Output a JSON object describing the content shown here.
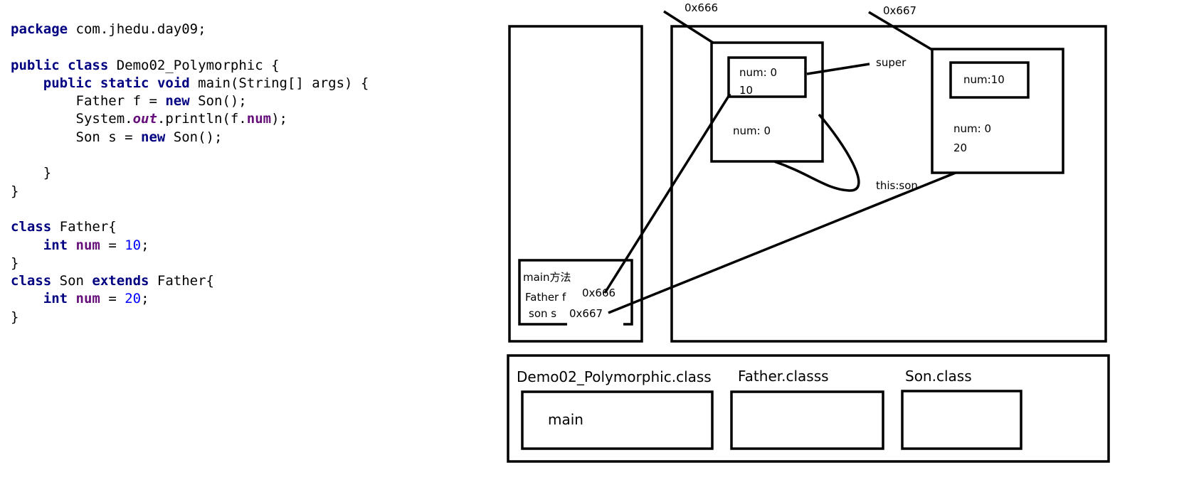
{
  "code": {
    "lines": [
      [
        {
          "t": "package",
          "c": "kw"
        },
        {
          "t": " com.jhedu.day09;"
        }
      ],
      [],
      [
        {
          "t": "public",
          "c": "kw"
        },
        {
          "t": " "
        },
        {
          "t": "class",
          "c": "kw"
        },
        {
          "t": " Demo02_Polymorphic {"
        }
      ],
      [
        {
          "t": "    "
        },
        {
          "t": "public",
          "c": "kw"
        },
        {
          "t": " "
        },
        {
          "t": "static",
          "c": "kw"
        },
        {
          "t": " "
        },
        {
          "t": "void",
          "c": "kw"
        },
        {
          "t": " main(String[] args) {"
        }
      ],
      [
        {
          "t": "        Father f = "
        },
        {
          "t": "new",
          "c": "kw"
        },
        {
          "t": " Son();"
        }
      ],
      [
        {
          "t": "        System."
        },
        {
          "t": "out",
          "c": "stat"
        },
        {
          "t": ".println(f."
        },
        {
          "t": "num",
          "c": "field"
        },
        {
          "t": ");"
        }
      ],
      [
        {
          "t": "        Son s = "
        },
        {
          "t": "new",
          "c": "kw"
        },
        {
          "t": " Son();"
        }
      ],
      [],
      [
        {
          "t": "    }"
        }
      ],
      [
        {
          "t": "}"
        }
      ],
      [],
      [
        {
          "t": "class",
          "c": "kw"
        },
        {
          "t": " Father{"
        }
      ],
      [
        {
          "t": "    "
        },
        {
          "t": "int",
          "c": "kw"
        },
        {
          "t": " "
        },
        {
          "t": "num",
          "c": "field"
        },
        {
          "t": " = "
        },
        {
          "t": "10",
          "c": "num"
        },
        {
          "t": ";"
        }
      ],
      [
        {
          "t": "}"
        }
      ],
      [
        {
          "t": "class",
          "c": "kw"
        },
        {
          "t": " Son "
        },
        {
          "t": "extends",
          "c": "kw"
        },
        {
          "t": " Father{"
        }
      ],
      [
        {
          "t": "    "
        },
        {
          "t": "int",
          "c": "kw"
        },
        {
          "t": " "
        },
        {
          "t": "num",
          "c": "field"
        },
        {
          "t": " = "
        },
        {
          "t": "20",
          "c": "num"
        },
        {
          "t": ";"
        }
      ],
      [
        {
          "t": "}"
        }
      ]
    ]
  },
  "stack": {
    "main_label": "main方法",
    "father_var": "Father f",
    "father_addr": "0x666",
    "son_var": "son s",
    "son_addr": "0x667"
  },
  "heap": {
    "obj1": {
      "addr": "0x666",
      "super_num": "num: 0",
      "super_val": "10",
      "own_num": "num: 0",
      "super_label": "super",
      "this_label": "this:son"
    },
    "obj2": {
      "addr": "0x667",
      "super_num": "num:10",
      "own_num": "num: 0",
      "own_val": "20"
    }
  },
  "method_area": {
    "class1": "Demo02_Polymorphic.class",
    "class1_method": "main",
    "class2": "Father.classs",
    "class3": "Son.class"
  }
}
